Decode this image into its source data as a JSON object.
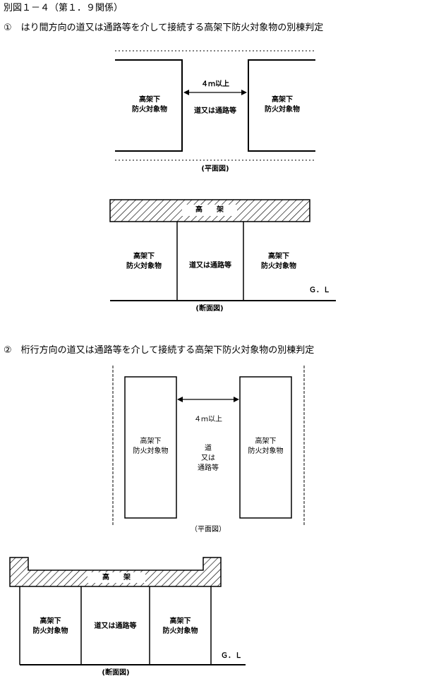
{
  "header": {
    "ref": "別図１－４（第１．９関係）",
    "section1": "①　はり間方向の道又は通路等を介して接続する高架下防火対象物の別棟判定",
    "section2": "②　桁行方向の道又は通路等を介して接続する高架下防火対象物の別棟判定"
  },
  "fig1_plan": {
    "left_building": "高架下\n防火対象物",
    "right_building": "高架下\n防火対象物",
    "distance": "４ｍ以上",
    "road": "道又は通路等",
    "caption": "(平面図)"
  },
  "fig1_section": {
    "viaduct": "高　　架",
    "left_building": "高架下\n防火対象物",
    "road": "道又は通路等",
    "right_building": "高架下\n防火対象物",
    "ground": "Ｇ．Ｌ",
    "caption": "(断面図)"
  },
  "fig2_plan": {
    "left_building": "高架下\n防火対象物",
    "right_building": "高架下\n防火対象物",
    "distance": "４ｍ以上",
    "road": "道\n又は\n通路等",
    "caption": "（平面図）"
  },
  "fig2_section": {
    "viaduct": "高　　架",
    "left_building": "高架下\n防火対象物",
    "road": "道又は通路等",
    "right_building": "高架下\n防火対象物",
    "ground": "Ｇ．Ｌ",
    "caption": "(断面図)"
  }
}
